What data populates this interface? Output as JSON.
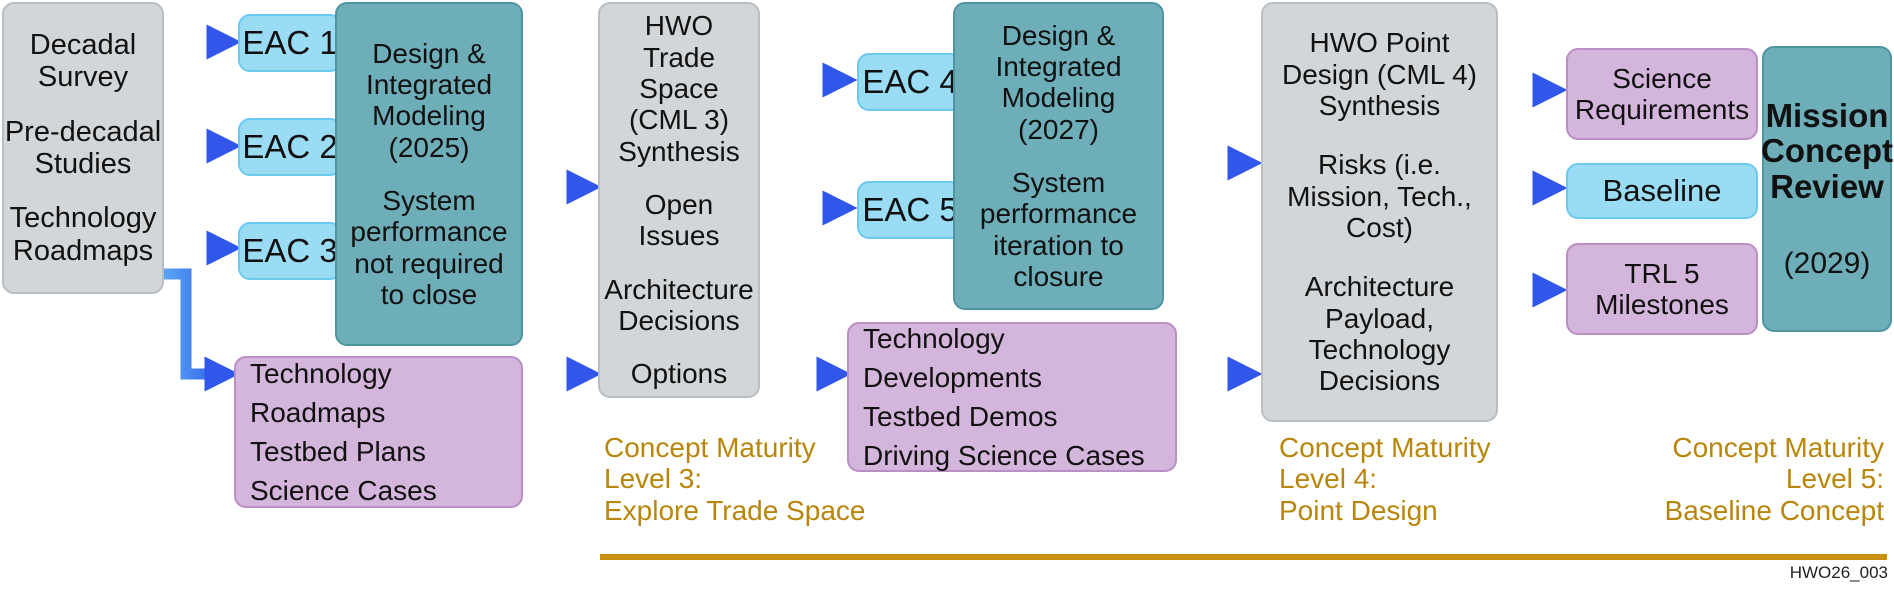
{
  "inputs": [
    "Decadal Survey",
    "Pre-decadal Studies",
    "Technology Roadmaps"
  ],
  "eac": [
    "EAC 1",
    "EAC 2",
    "EAC 3",
    "EAC 4",
    "EAC 5"
  ],
  "dim1": {
    "title": "Design & Integrated Modeling (2025)",
    "body": "System performance not required to close"
  },
  "trade_space": {
    "title": "HWO Trade Space (CML 3) Synthesis",
    "items": [
      "Open Issues",
      "Architecture Decisions",
      "Options"
    ]
  },
  "dim2": {
    "title": "Design & Integrated Modeling (2027)",
    "body": "System performance iteration to closure"
  },
  "point_design": {
    "title": "HWO Point Design (CML 4) Synthesis",
    "items": [
      "Risks (i.e. Mission, Tech., Cost)",
      "Architecture Payload, Technology Decisions"
    ]
  },
  "outputs": [
    "Science Requirements",
    "Baseline",
    "TRL 5 Milestones"
  ],
  "mcr": {
    "title": "Mission Concept Review",
    "year": "(2029)"
  },
  "tech1": [
    "Technology Roadmaps",
    "Testbed Plans",
    "Science Cases"
  ],
  "tech2": [
    "Technology Developments",
    "Testbed Demos",
    "Driving Science Cases"
  ],
  "cml3": [
    "Concept Maturity",
    "Level 3:",
    "Explore Trade Space"
  ],
  "cml4": [
    "Concept Maturity",
    "Level 4:",
    "Point Design"
  ],
  "cml5": [
    "Concept Maturity",
    "Level 5:",
    "Baseline Concept"
  ],
  "figure_id": "HWO26_003",
  "colors": {
    "arrow": "#3b6cf0",
    "gray_box": "#d3d6d8",
    "teal_box": "#6eaeb8",
    "light_blue_box": "#9bdcf5",
    "lavender_box": "#d4b5dc",
    "cml_text": "#b8860b",
    "timeline": "#c8900e"
  }
}
